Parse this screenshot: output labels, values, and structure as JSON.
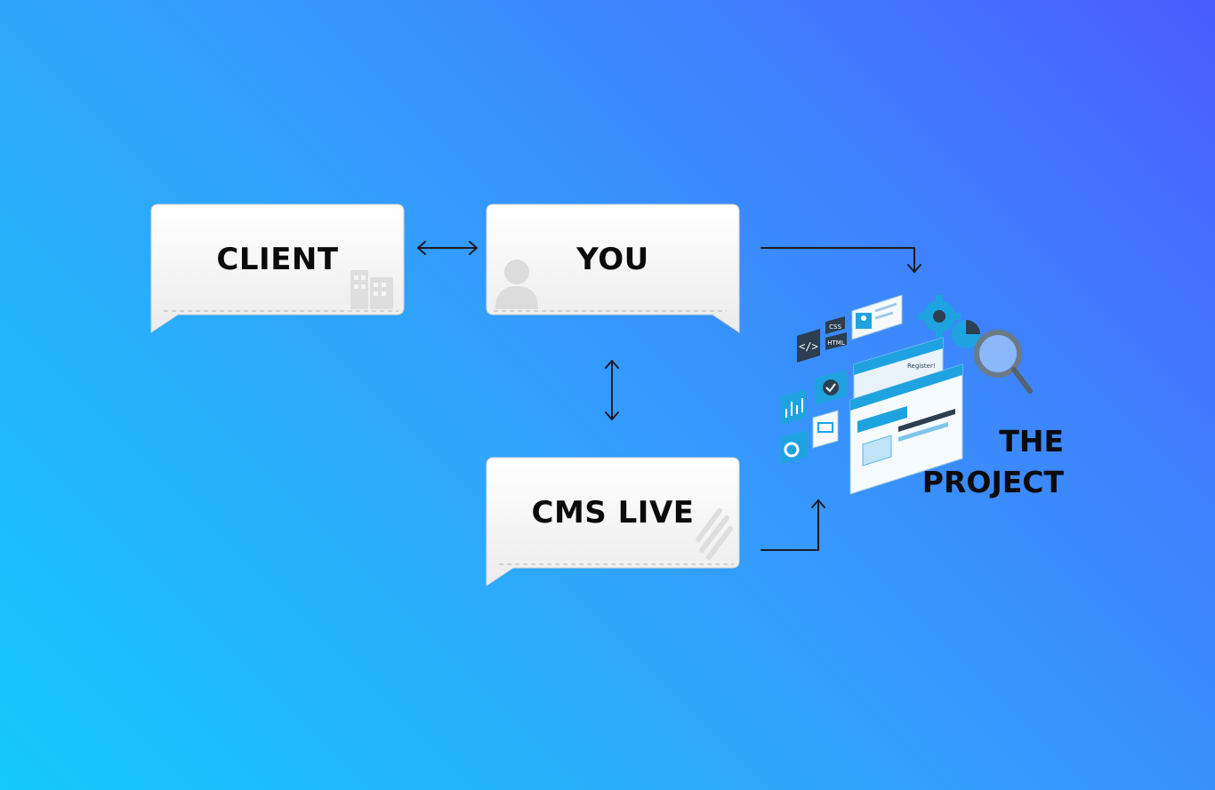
{
  "nodes": {
    "client": {
      "label": "CLIENT",
      "icon": "building-icon"
    },
    "you": {
      "label": "YOU",
      "icon": "user-icon"
    },
    "cms": {
      "label": "CMS LIVE",
      "icon": "stripes-icon"
    }
  },
  "project": {
    "title_line1": "THE",
    "title_line2": "PROJECT",
    "badges": {
      "css": "CSS",
      "html": "HTML",
      "register": "Register!"
    }
  },
  "colors": {
    "arrow": "#1b1b2b",
    "illustration_blue": "#1fa3e0",
    "illustration_dark": "#2c3e50"
  }
}
